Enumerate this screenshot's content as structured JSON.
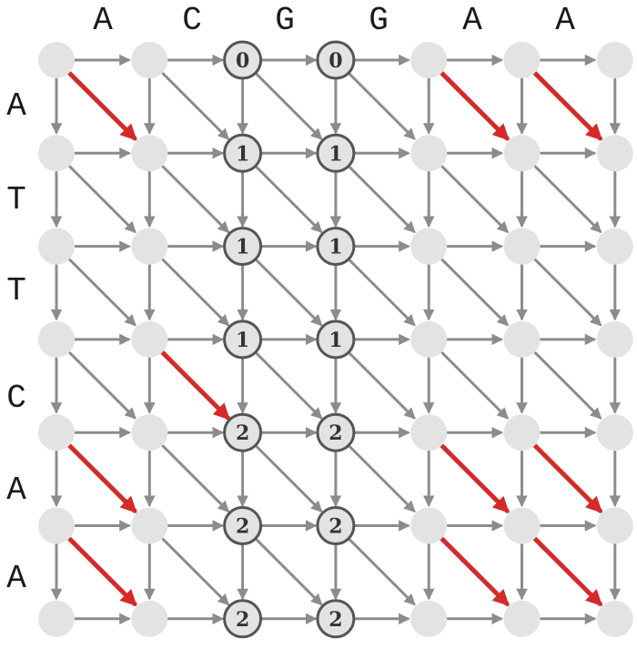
{
  "sequences": {
    "top": [
      "A",
      "C",
      "G",
      "G",
      "A",
      "A"
    ],
    "left": [
      "A",
      "T",
      "T",
      "C",
      "A",
      "A"
    ]
  },
  "nodes": {
    "rows": 7,
    "cols": 7,
    "scores": [
      {
        "row": 0,
        "col": 2,
        "value": "0"
      },
      {
        "row": 0,
        "col": 3,
        "value": "0"
      },
      {
        "row": 1,
        "col": 2,
        "value": "1"
      },
      {
        "row": 1,
        "col": 3,
        "value": "1"
      },
      {
        "row": 2,
        "col": 2,
        "value": "1"
      },
      {
        "row": 2,
        "col": 3,
        "value": "1"
      },
      {
        "row": 3,
        "col": 2,
        "value": "1"
      },
      {
        "row": 3,
        "col": 3,
        "value": "1"
      },
      {
        "row": 4,
        "col": 2,
        "value": "2"
      },
      {
        "row": 4,
        "col": 3,
        "value": "2"
      },
      {
        "row": 5,
        "col": 2,
        "value": "2"
      },
      {
        "row": 5,
        "col": 3,
        "value": "2"
      },
      {
        "row": 6,
        "col": 2,
        "value": "2"
      },
      {
        "row": 6,
        "col": 3,
        "value": "2"
      }
    ]
  },
  "match_edges": [
    {
      "row": 0,
      "col": 0
    },
    {
      "row": 0,
      "col": 4
    },
    {
      "row": 0,
      "col": 5
    },
    {
      "row": 3,
      "col": 1
    },
    {
      "row": 4,
      "col": 0
    },
    {
      "row": 4,
      "col": 4
    },
    {
      "row": 4,
      "col": 5
    },
    {
      "row": 5,
      "col": 0
    },
    {
      "row": 5,
      "col": 4
    },
    {
      "row": 5,
      "col": 5
    }
  ],
  "colors": {
    "node_fill": "#e3e3e3",
    "node_stroke": "#555555",
    "edge": "#8c8c8c",
    "match_edge": "#d42a2a",
    "label": "#1a1a1a"
  }
}
